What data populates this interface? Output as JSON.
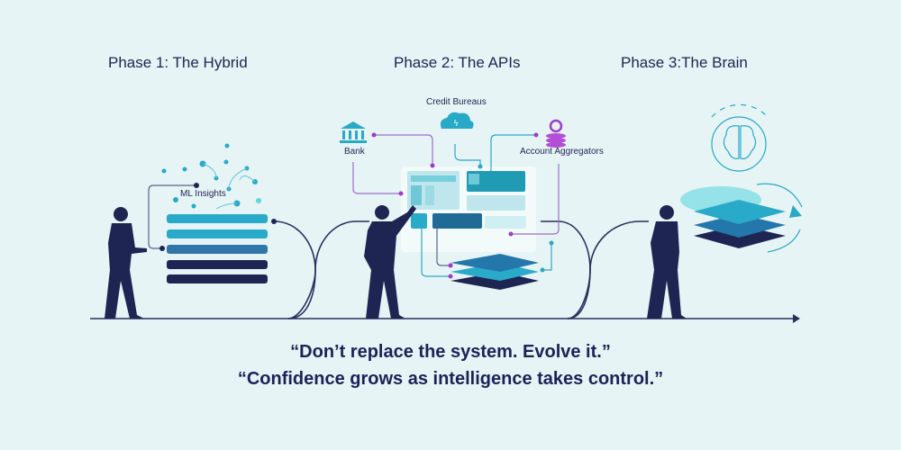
{
  "phases": [
    {
      "title": "Phase 1: The Hybrid",
      "label": "ML Insights"
    },
    {
      "title": "Phase 2: The APIs",
      "sources": [
        "Credit Bureaus",
        "Bank",
        "Account Aggregators"
      ]
    },
    {
      "title": "Phase 3:The Brain"
    }
  ],
  "quotes": [
    "“Don’t replace the system. Evolve it.”",
    "“Confidence grows as intelligence takes control.”"
  ],
  "colors": {
    "background": "#e7f4f5",
    "navy": "#1e2352",
    "teal": "#29a9c8",
    "purple": "#9b3fc8"
  }
}
